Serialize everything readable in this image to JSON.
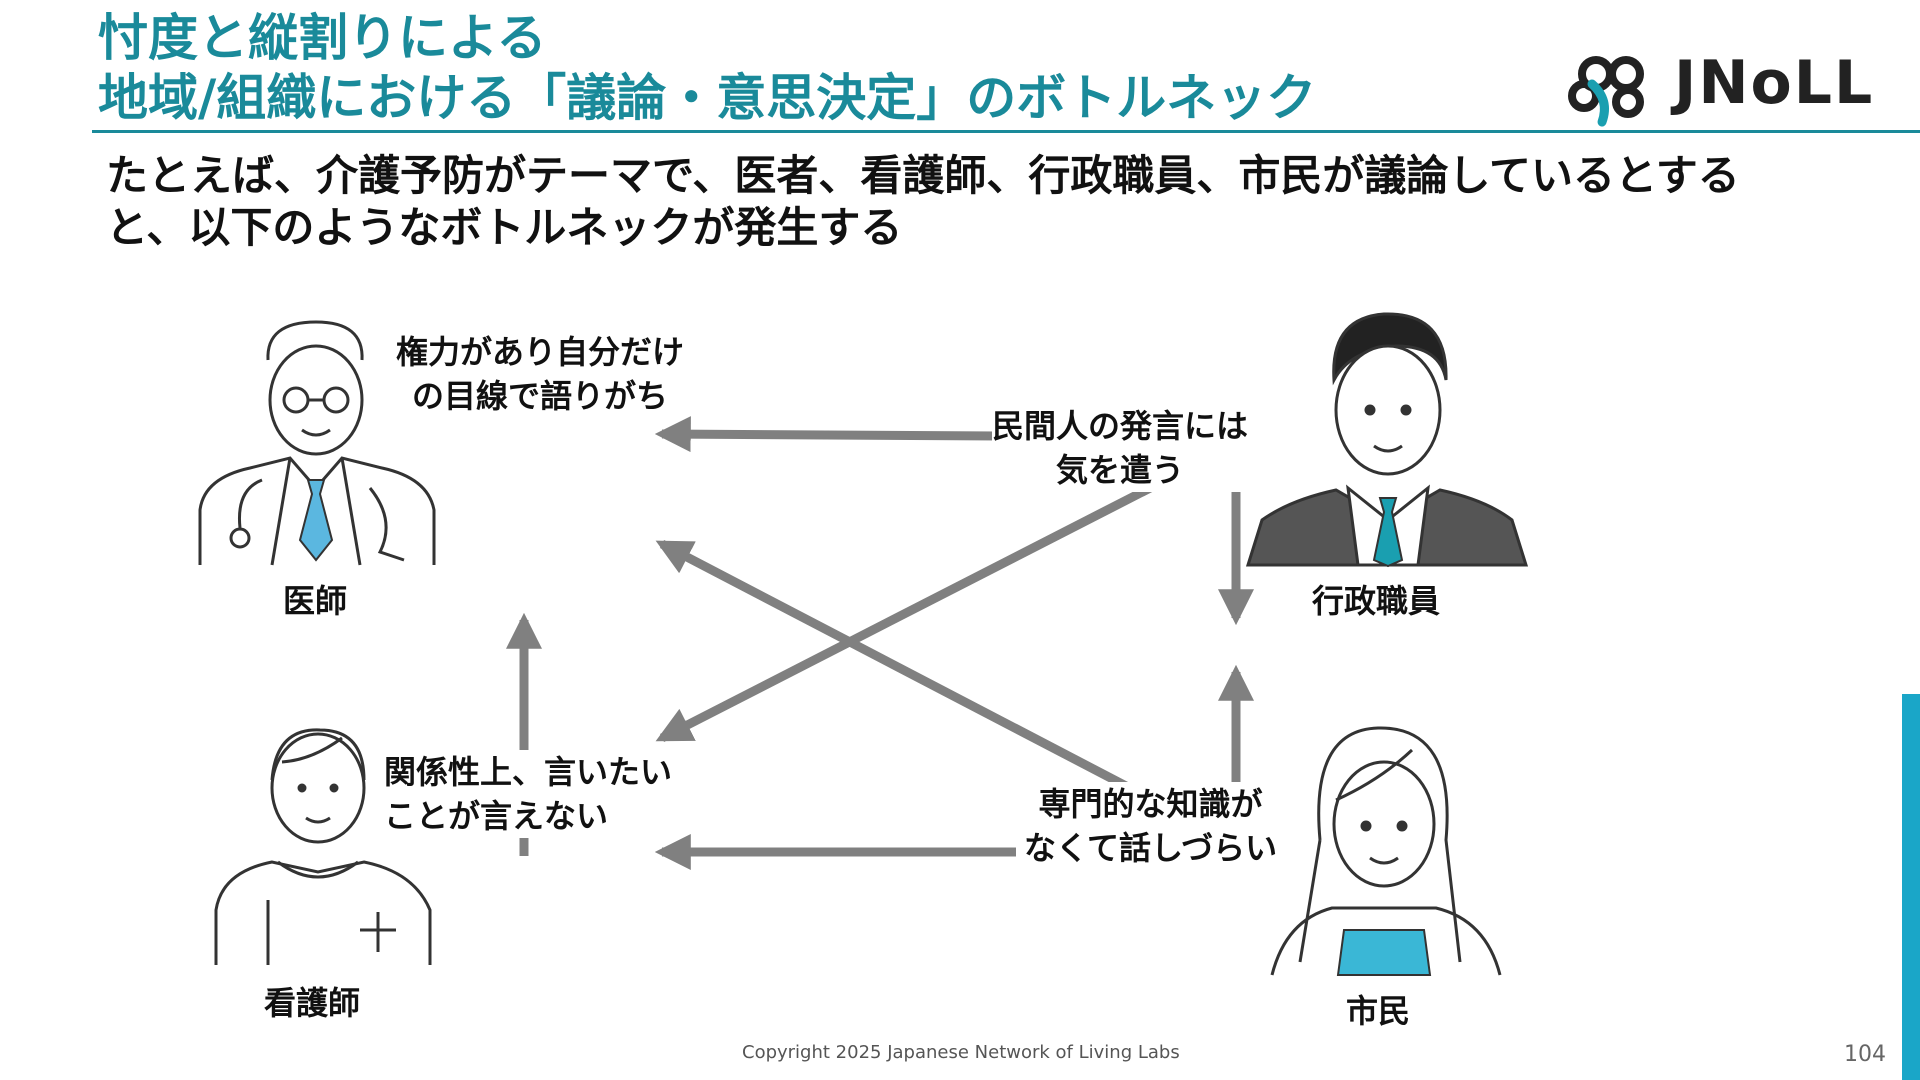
{
  "header": {
    "title_line1": "忖度と縦割りによる",
    "title_line2": "地域/組織における「議論・意思決定」のボトルネック",
    "logo_text": "JNoLL"
  },
  "lead": {
    "line1": "たとえば、介護予防がテーマで、医者、看護師、行政職員、市民が議論しているとする",
    "line2": "と、以下のようなボトルネックが発生する"
  },
  "people": {
    "doctor": "医師",
    "nurse": "看護師",
    "official": "行政職員",
    "citizen": "市民"
  },
  "notes": {
    "doctor": [
      "権力があり自分だけ",
      "の目線で語りがち"
    ],
    "official": [
      "民間人の発言には",
      "気を遣う"
    ],
    "nurse": [
      "関係性上、言いたい",
      "ことが言えない"
    ],
    "citizen": [
      "専門的な知識が",
      "なくて話しづらい"
    ]
  },
  "footer": {
    "copyright": "Copyright 2025  Japanese Network of Living Labs",
    "page_number": "104"
  },
  "colors": {
    "accent": "#1a8a9a",
    "arrow": "#808080",
    "tie": "#5bb7e0",
    "sidebar": "#1aa6c8"
  }
}
